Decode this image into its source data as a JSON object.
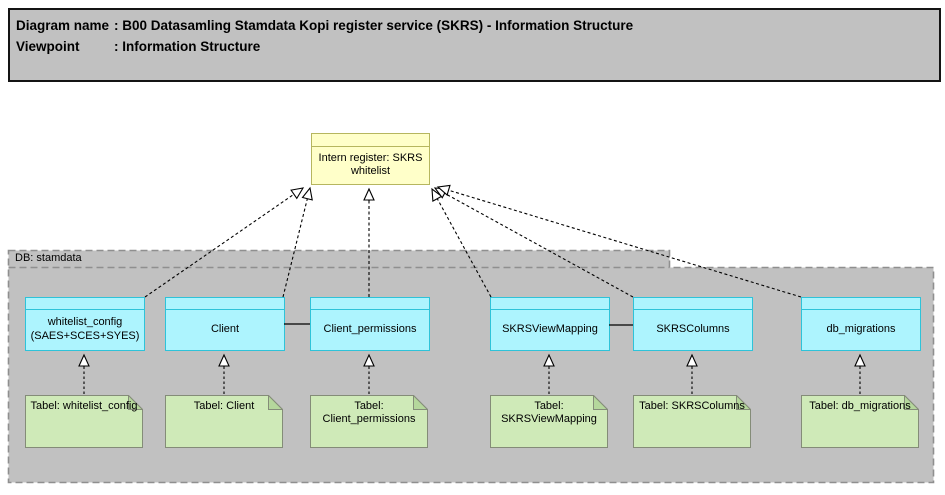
{
  "header": {
    "rows": [
      {
        "label": "Diagram name",
        "value": ": B00 Datasamling Stamdata Kopi register service (SKRS) - Information Structure"
      },
      {
        "label": "Viewpoint",
        "value": ": Information Structure"
      }
    ]
  },
  "register": {
    "label": "Intern register: SKRS whitelist"
  },
  "container": {
    "label": "DB: stamdata"
  },
  "entities": [
    {
      "label": "whitelist_config (SAES+SCES+SYES)"
    },
    {
      "label": "Client"
    },
    {
      "label": "Client_permissions"
    },
    {
      "label": "SKRSViewMapping"
    },
    {
      "label": "SKRSColumns"
    },
    {
      "label": "db_migrations"
    }
  ],
  "notes": [
    {
      "label": "Tabel: whitelist_config"
    },
    {
      "label": "Tabel: Client"
    },
    {
      "label": "Tabel: Client_permissions"
    },
    {
      "label": "Tabel: SKRSViewMapping"
    },
    {
      "label": "Tabel: SKRSColumns"
    },
    {
      "label": "Tabel: db_migrations"
    }
  ],
  "colors": {
    "register_fill": "#ffffc9",
    "register_border": "#b6b65f",
    "entity_fill": "#adf4fe",
    "entity_border": "#2ec3d9",
    "note_fill": "#cfeab8",
    "note_fold": "#b5d79c",
    "note_border": "#848c78",
    "container_fill": "#c1c1c1",
    "container_border": "#8f8f8f",
    "header_fill": "#c1c1c1"
  }
}
